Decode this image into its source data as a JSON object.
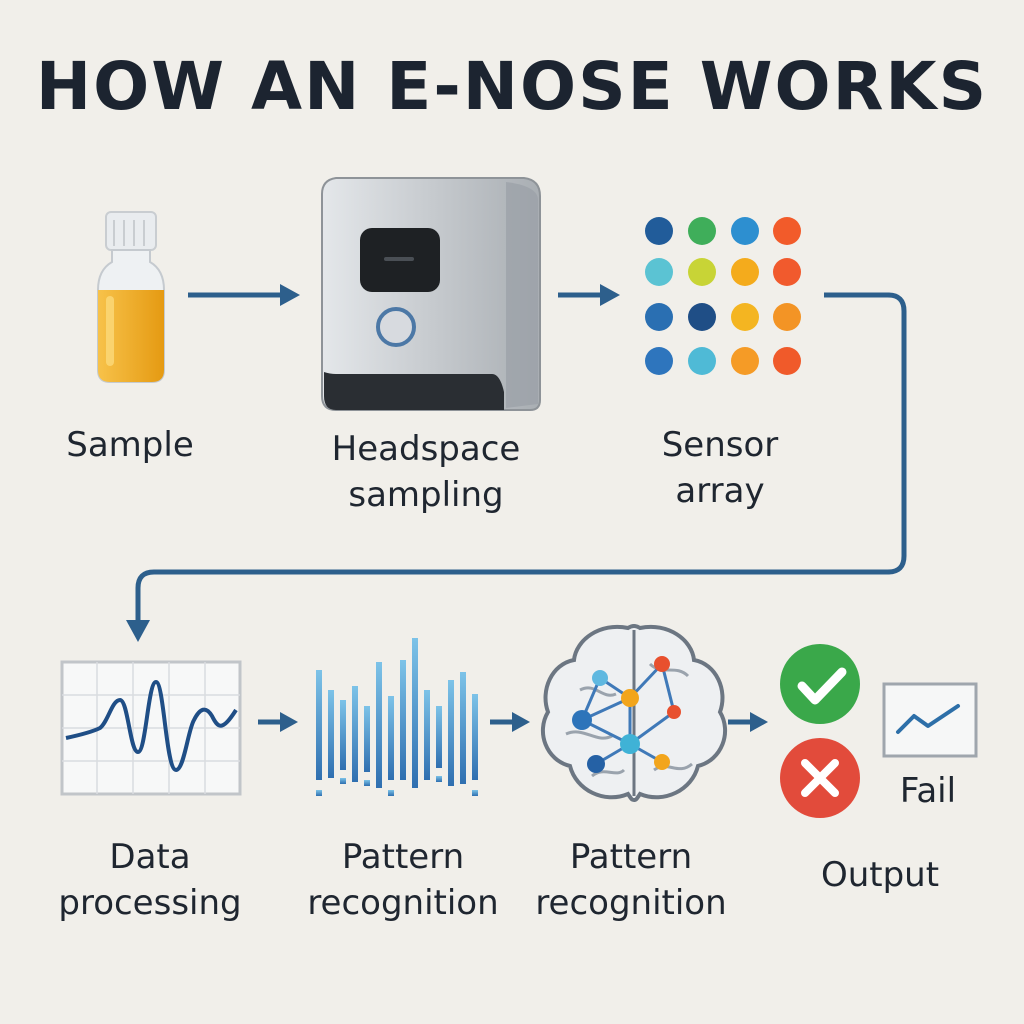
{
  "title": "HOW AN E-NOSE WORKS",
  "steps": {
    "sample": "Sample",
    "headspace_1": "Headspace",
    "headspace_2": "sampling",
    "sensor_1": "Sensor",
    "sensor_2": "array",
    "data_1": "Data",
    "data_2": "processing",
    "pattern_a_1": "Pattern",
    "pattern_a_2": "recognition",
    "pattern_b_1": "Pattern",
    "pattern_b_2": "recognition",
    "fail": "Fail",
    "output": "Output"
  },
  "colors": {
    "arrow": "#2d5f8c",
    "pass": "#3aa84a",
    "fail": "#e24b3b",
    "liquid": "#f2a516"
  },
  "icons": [
    "vial-icon",
    "headspace-sampler-icon",
    "sensor-array-icon",
    "signal-chart-icon",
    "bar-pattern-icon",
    "neural-brain-icon",
    "check-icon",
    "cross-icon",
    "trend-chart-icon"
  ]
}
